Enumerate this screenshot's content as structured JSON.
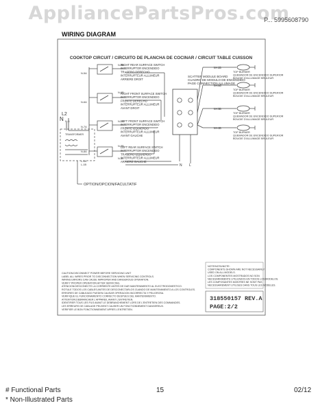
{
  "watermark": "AppliancePartsPros.com",
  "header": {
    "doc_ref": "P... 5995608790",
    "title": "WIRING DIAGRAM"
  },
  "diagram": {
    "circuit_title": "COOKTOP CIRCUIT / CIRCUITO DE PLANCHA DE COCINAR / CIRCUIT TABLE CUISSON",
    "switches": [
      {
        "lines": [
          "RIGHT REAR SURFACE SWITCH",
          "INTERRUPTOR ENCENDIDO",
          "TRASERO DERECHO",
          "INTERRUPTEUR ALLUMEUR",
          "ARRIERE DROIT"
        ]
      },
      {
        "lines": [
          "RIGHT FRONT SURFACE SWITCH",
          "INTERRUPTOR ENCENDIDO",
          "FRENTE DERECHO",
          "INTERRUPTEUR ALLUMEUR",
          "AVANT DROIT"
        ]
      },
      {
        "lines": [
          "LEFT FRONT SURFACE SWITCH",
          "INTERRUPTOR ENCENDIDO",
          "FRENTE IZQUIERDO",
          "INTERRUPTEUR ALLUMEUR",
          "AVANT GAUCHE"
        ]
      },
      {
        "lines": [
          "LEFT REAR SURFACE SWITCH",
          "INTERRUPTOR ENCENDIDO",
          "TRASERO IZQUIERDO",
          "INTERRUPTEUR ALLUMEUR",
          "ARRIERE GAUCHE"
        ]
      }
    ],
    "board_label": [
      "SCATTER MODULE BOARD",
      "CUADRO DE MODULO DE ENCENDIDO",
      "PAGE CONNECTION ALLUMAGE"
    ],
    "burners": [
      {
        "terminal": "M-1B",
        "lines": [
          "TOP BURNER",
          "QUEMADOR DE ENCENDIDO SUPERIOR",
          "BOUGIE D'ALLUMAGE BRULEUR"
        ]
      },
      {
        "terminal": "M-2B",
        "lines": [
          "TOP BURNER",
          "QUEMADOR DE ENCENDIDO SUPERIOR",
          "BOUGIE D'ALLUMAGE BRULEUR"
        ]
      },
      {
        "terminal": "M-3B",
        "lines": [
          "TOP BURNER",
          "QUEMADOR DE ENCENDIDO SUPERIOR",
          "BOUGIE D'ALLUMAGE BRULEUR"
        ]
      },
      {
        "terminal": "M-4B",
        "lines": [
          "TOP BURNER",
          "QUEMADOR DE ENCENDIDO SUPERIOR",
          "BOUGIE D'ALLUMAGE BRULEUR"
        ]
      }
    ],
    "wire_labels": [
      "N-5A",
      "N-5B",
      "N-6A",
      "N-6B",
      "N-7A",
      "N-7B",
      "N-8A",
      "N-8B",
      "N-14",
      "L-1A",
      "L-1B"
    ],
    "power_labels": {
      "l2": "L2",
      "n": "N",
      "n_sub": "N-6",
      "transformer": "TRANSFORMER",
      "option": "OPTION/OPCION/FACULTATIF"
    },
    "board_terminals": [
      "N",
      "L"
    ],
    "warning_lines": [
      "CAUTION:DISCONNECT POWER BEFORE SERVICING UNIT",
      "LABEL ALL WIRES PRIOR TO DISCONNECTION WHEN SERVICING CONTROLS.",
      "WIRING ERRORS CAN CAUSE IMPROPER AND DANGEROUS OPERATION.",
      "VERIFY PROPER OPERATION AFTER SERVICING.",
      "ATENCION:DESCONECTE LA CORRIENTE ANTES DE DAR MANTENIMIENTO AL ELECTRODOMESTICO.",
      "ROTULE TODOS LOS CABLES ANTES DE DESCONECTARLOS CUANDO DE MANTENIMIENTO A LOS CONTROLES.",
      "ERRORES DE CABLEADO PUEDEN CAUSAR OPERACION INCORRECTA Y PELIGROSA.",
      "VERIFIQUE EL FUNCIONAMIENTO CORRECTO DESPUES DEL MANTENIMIENTO.",
      "ATTENTION:DEBRANCHER L'APPAREIL AVANT L'ENTRETIEN.",
      "IDENTIFIER TOUS LES FILS AVANT LE DEBRANCHEMENT LORS DE L'ENTRETIEN DES COMMANDES.",
      "LES ERREURS DE CABLAGE PEUVENT CAUSER UN FONCTIONNEMENT DANGEREUX.",
      "VERIFIER LE BON FONCTIONNEMENT APRES L'ENTRETIEN."
    ],
    "note_lines": [
      "NOTE/NOTA/NOTE:",
      "COMPONENTS SHOWN ARE NOT NECESSARILY",
      "USED ON ALL MODELS.",
      "LOS COMPONENTES MOSTRADOS NO SON",
      "NECESARIAMENTE UTILIZADOS EN TODOS LOS MODELOS.",
      "LES COMPOSANTES MONTRES NE SONT PAS",
      "NECESSAIREMENT UTILISES DANS TOUS LES MODELES."
    ],
    "part_number": "318550157 REV.A",
    "page": "PAGE:2/2"
  },
  "footer": {
    "functional": "# Functional Parts",
    "non_illustrated": "* Non-Illustrated Parts",
    "page_number": "15",
    "date": "02/12"
  }
}
